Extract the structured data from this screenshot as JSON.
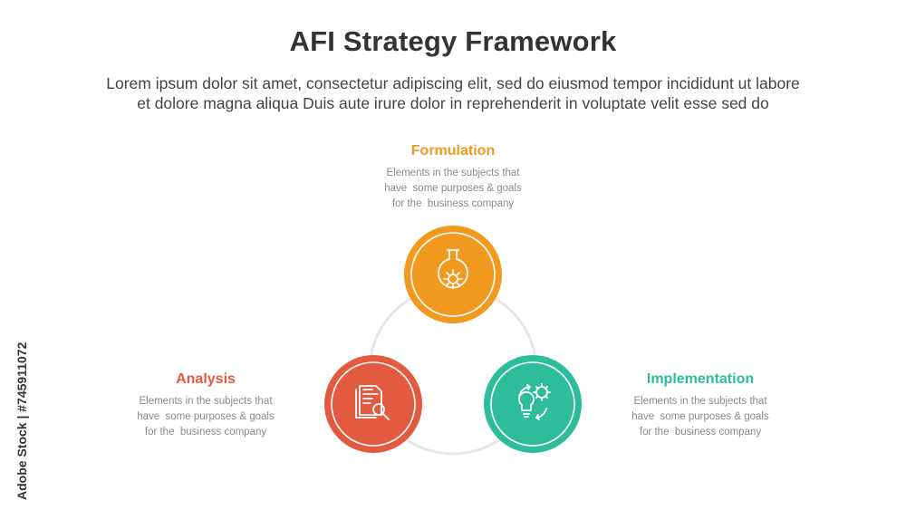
{
  "header": {
    "title": "AFI Strategy Framework",
    "subtitle_line1": "Lorem ipsum dolor sit amet, consectetur adipiscing elit, sed do eiusmod tempor incididunt ut labore",
    "subtitle_line2": "et dolore magna aliqua Duis aute irure dolor in reprehenderit in voluptate velit esse sed do"
  },
  "nodes": {
    "formulation": {
      "title": "Formulation",
      "description": "Elements in the subjects that\nhave  some purposes & goals\nfor the  business company",
      "color": "#F29A1F",
      "icon": "flask-gear-icon"
    },
    "analysis": {
      "title": "Analysis",
      "description": "Elements in the subjects that\nhave  some purposes & goals\nfor the  business company",
      "color": "#E25A3F",
      "icon": "document-magnifier-icon"
    },
    "implementation": {
      "title": "Implementation",
      "description": "Elements in the subjects that\nhave  some purposes & goals\nfor the  business company",
      "color": "#2DBD9D",
      "icon": "lightbulb-gear-cycle-icon"
    }
  },
  "connector_color": "#E6E6E6",
  "watermark": {
    "text": "Adobe Stock | #745911072"
  }
}
